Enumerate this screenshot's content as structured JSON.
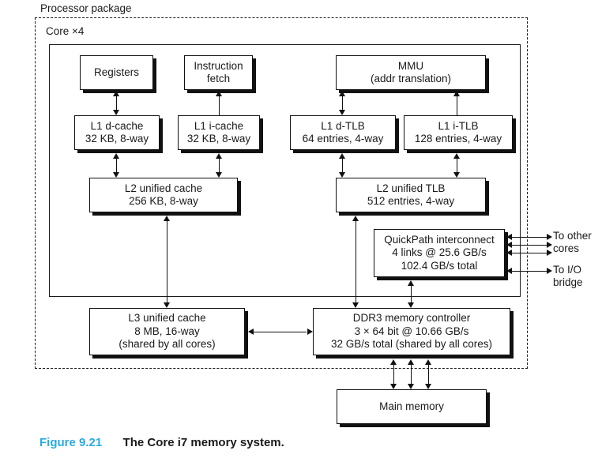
{
  "figure": {
    "label": "Figure 9.21",
    "label_color": "#29ABE2",
    "title": "The Core i7 memory system."
  },
  "containers": {
    "package_label": "Processor package",
    "core_label": "Core ×4"
  },
  "blocks": {
    "registers": {
      "lines": [
        "Registers"
      ]
    },
    "instruction_fetch": {
      "lines": [
        "Instruction",
        "fetch"
      ]
    },
    "mmu": {
      "lines": [
        "MMU",
        "(addr translation)"
      ]
    },
    "l1_dcache": {
      "lines": [
        "L1 d-cache",
        "32 KB, 8-way"
      ]
    },
    "l1_icache": {
      "lines": [
        "L1 i-cache",
        "32 KB, 8-way"
      ]
    },
    "l1_dtlb": {
      "lines": [
        "L1 d-TLB",
        "64 entries, 4-way"
      ]
    },
    "l1_itlb": {
      "lines": [
        "L1 i-TLB",
        "128 entries, 4-way"
      ]
    },
    "l2_cache": {
      "lines": [
        "L2 unified cache",
        "256 KB, 8-way"
      ]
    },
    "l2_tlb": {
      "lines": [
        "L2 unified TLB",
        "512 entries, 4-way"
      ]
    },
    "quickpath": {
      "lines": [
        "QuickPath interconnect",
        "4 links @  25.6 GB/s",
        "102.4 GB/s total"
      ]
    },
    "l3_cache": {
      "lines": [
        "L3 unified cache",
        "8 MB, 16-way",
        "(shared by all cores)"
      ]
    },
    "ddr3": {
      "lines": [
        "DDR3 memory controller",
        "3 × 64 bit @  10.66 GB/s",
        "32 GB/s total (shared by all cores)"
      ]
    },
    "main_memory": {
      "lines": [
        "Main memory"
      ]
    }
  },
  "external_labels": {
    "to_other_cores_line1": "To other",
    "to_other_cores_line2": "cores",
    "to_io_bridge_line1": "To I/O",
    "to_io_bridge_line2": "bridge"
  },
  "colors": {
    "line": "#111111",
    "text": "#1a1a1a",
    "accent": "#29ABE2",
    "background": "#ffffff"
  }
}
